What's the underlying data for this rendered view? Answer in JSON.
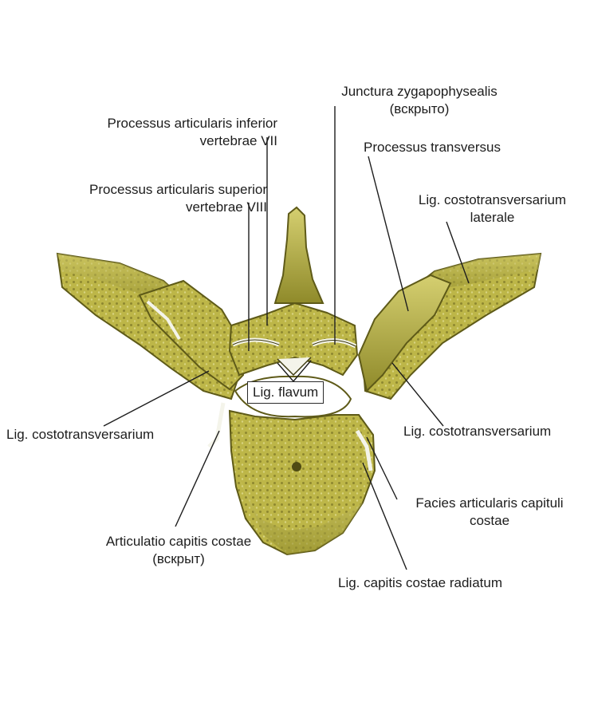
{
  "labels": {
    "junctura": [
      "Junctura zygapophysealis",
      "(вскрыто)"
    ],
    "proc_inf": [
      "Processus articularis inferior",
      "vertebrae VII"
    ],
    "proc_transv": [
      "Processus transversus"
    ],
    "proc_sup": [
      "Processus articularis superior",
      "vertebrae VIII"
    ],
    "lig_ct_lat": [
      "Lig. costotransversarium",
      "laterale"
    ],
    "lig_flavum": [
      "Lig. flavum"
    ],
    "lig_ct_left": [
      "Lig. costotransversarium"
    ],
    "lig_ct_right": [
      "Lig. costotransversarium"
    ],
    "facies": [
      "Facies articularis capituli",
      "costae"
    ],
    "articulatio": [
      "Articulatio capitis costae",
      "(вскрыт)"
    ],
    "lig_radiatum": [
      "Lig. capitis costae radiatum"
    ]
  },
  "colors": {
    "bone": "#b9b243",
    "bone_dark": "#6f6a1e",
    "bone_light": "#d7d27a",
    "leader": "#1d1d1d",
    "cartilage": "#f4f4ea"
  }
}
